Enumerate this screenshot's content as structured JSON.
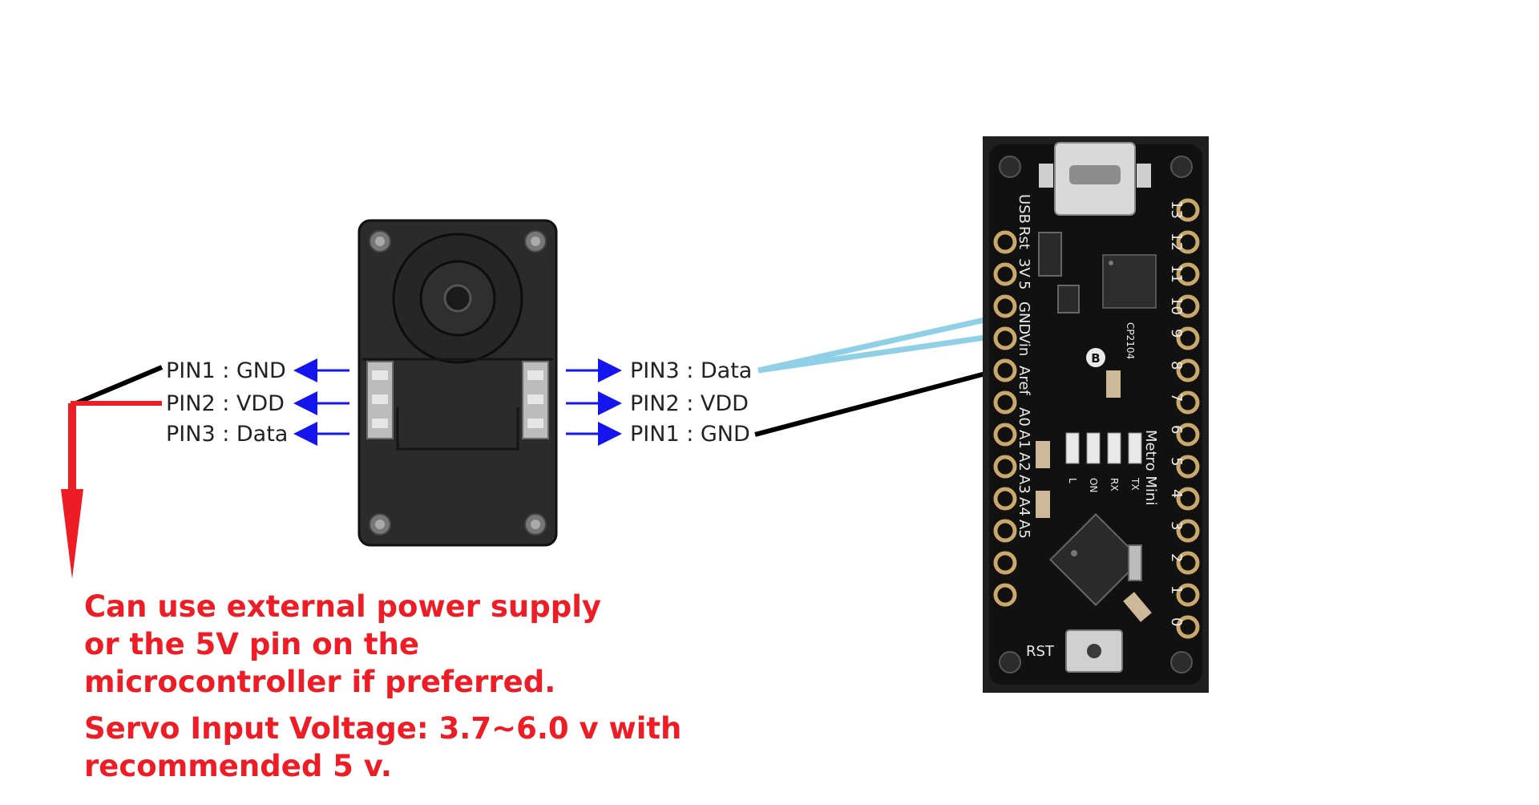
{
  "servo": {
    "left_pins": [
      "PIN1 : GND",
      "PIN2 : VDD",
      "PIN3 : Data"
    ],
    "right_pins": [
      "PIN3 : Data",
      "PIN2 : VDD",
      "PIN1 : GND"
    ]
  },
  "notes": {
    "power_lines": [
      "Can use external power supply",
      "or the 5V pin on the",
      "microcontroller if preferred."
    ],
    "voltage_lines": [
      "Servo Input Voltage: 3.7~6.0 v with",
      "recommended 5 v."
    ]
  },
  "board": {
    "left_header_labels": [
      "USB",
      "Rst",
      "3V",
      "5",
      "GND",
      "Vin",
      "Aref",
      "A0",
      "A1",
      "A2",
      "A3",
      "A4",
      "A5"
    ],
    "right_header_labels": [
      "13",
      "12",
      "11",
      "10",
      "9",
      "8",
      "7",
      "6",
      "5",
      "4",
      "3",
      "2",
      "1",
      "0"
    ],
    "chip_label": "CP2104",
    "model_label": "Metro Mini",
    "led_labels": [
      "L",
      "ON",
      "RX",
      "TX"
    ],
    "reset_label": "RST",
    "badge_letter": "B"
  },
  "colors": {
    "arrow_blue": "#1515ee",
    "wire_black": "#000000",
    "wire_red": "#ee1c24",
    "wire_data": "#8fd0e6",
    "note_red": "#ee1c24",
    "pcb": "#111111",
    "pad_gold": "#c9a86a"
  }
}
